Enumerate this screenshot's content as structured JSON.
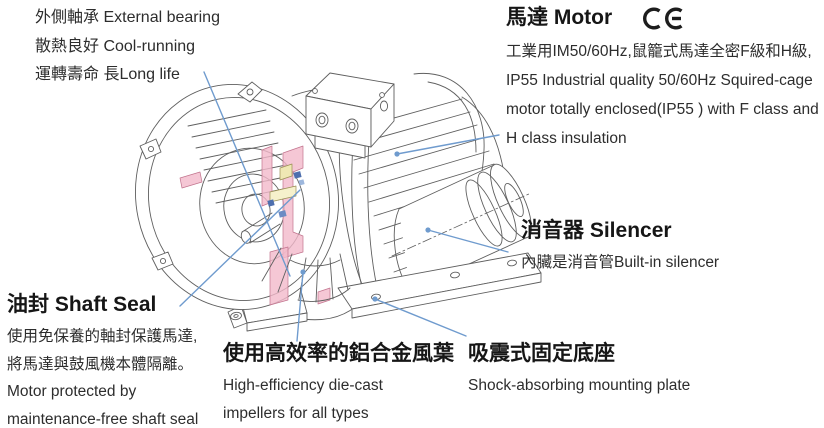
{
  "page": {
    "background": "#ffffff",
    "kind": "blower-feature-diagram"
  },
  "colors": {
    "text": "#2d2d2d",
    "heading": "#161616",
    "leader_line": "#6f9bce",
    "outline": "#5f5f5f",
    "highlight_pink": "#f3b9ca",
    "highlight_yellow": "#efe8b4",
    "highlight_blue": "#4e6fae"
  },
  "annotations": {
    "external_bearing": {
      "lines": [
        "外側軸承 External bearing",
        "散熱良好 Cool-running",
        "運轉壽命 長Long life"
      ]
    },
    "motor": {
      "title": "馬達 Motor",
      "ce_mark": "CE",
      "lines": [
        "工業用IM50/60Hz,鼠籠式馬達全密F級和H級,",
        "IP55 Industrial quality 50/60Hz Squired-cage",
        "motor totally enclosed(IP55 ) with F class and",
        "H class insulation"
      ]
    },
    "silencer": {
      "title": "消音器 Silencer",
      "lines": [
        "內臟是消音管Built-in silencer"
      ]
    },
    "shaft_seal": {
      "title": "油封 Shaft Seal",
      "lines": [
        "使用免保養的軸封保護馬達,",
        "將馬達與鼓風機本體隔離。",
        "Motor protected by",
        "maintenance-free shaft seal"
      ]
    },
    "impeller": {
      "title": "使用高效率的鋁合金風葉",
      "lines": [
        "High-efficiency die-cast",
        "impellers for all types"
      ]
    },
    "mounting_base": {
      "title": "吸震式固定底座",
      "lines": [
        "Shock-absorbing mounting plate"
      ]
    }
  }
}
